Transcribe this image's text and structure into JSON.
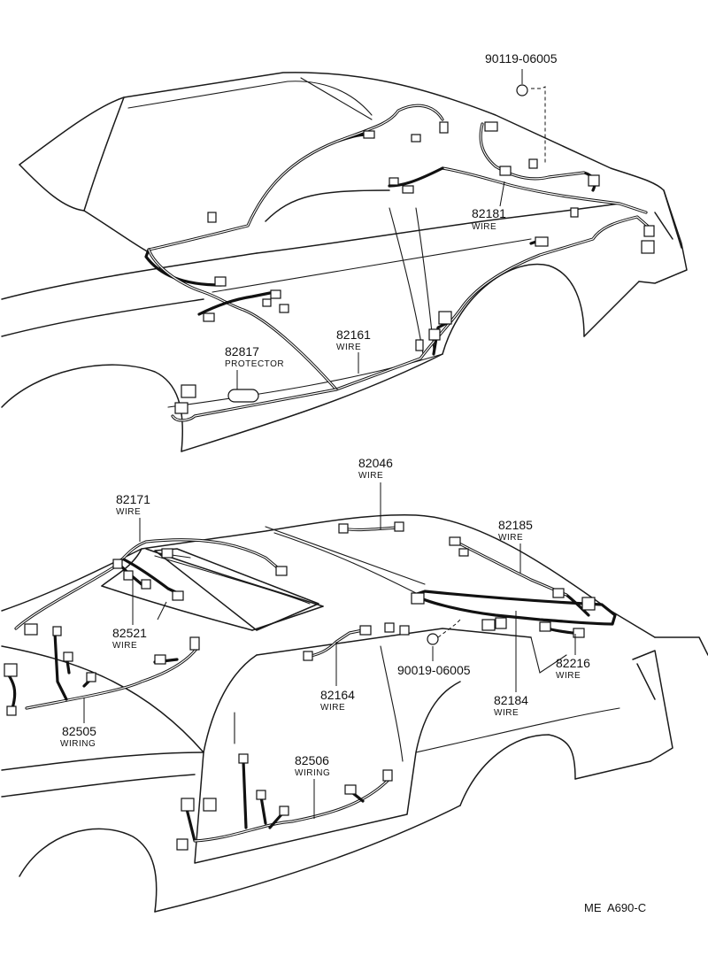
{
  "upper_assembly": {
    "bolt_90119": {
      "number": "90119-06005"
    },
    "wire_82181": {
      "number": "82181",
      "desc": "WIRE"
    },
    "wire_82161": {
      "number": "82161",
      "desc": "WIRE"
    },
    "protector_82817": {
      "number": "82817",
      "desc": "PROTECTOR"
    }
  },
  "lower_assembly": {
    "wire_82046": {
      "number": "82046",
      "desc": "WIRE"
    },
    "wire_82171": {
      "number": "82171",
      "desc": "WIRE"
    },
    "wire_82185": {
      "number": "82185",
      "desc": "WIRE"
    },
    "wire_82521": {
      "number": "82521",
      "desc": "WIRE"
    },
    "wire_82216": {
      "number": "82216",
      "desc": "WIRE"
    },
    "bolt_90019": {
      "number": "90019-06005"
    },
    "wire_82164": {
      "number": "82164",
      "desc": "WIRE"
    },
    "wire_82184": {
      "number": "82184",
      "desc": "WIRE"
    },
    "wiring_82505": {
      "number": "82505",
      "desc": "WIRING"
    },
    "wiring_82506": {
      "number": "82506",
      "desc": "WIRING"
    }
  },
  "footer": {
    "code": "ME  A690-C"
  }
}
